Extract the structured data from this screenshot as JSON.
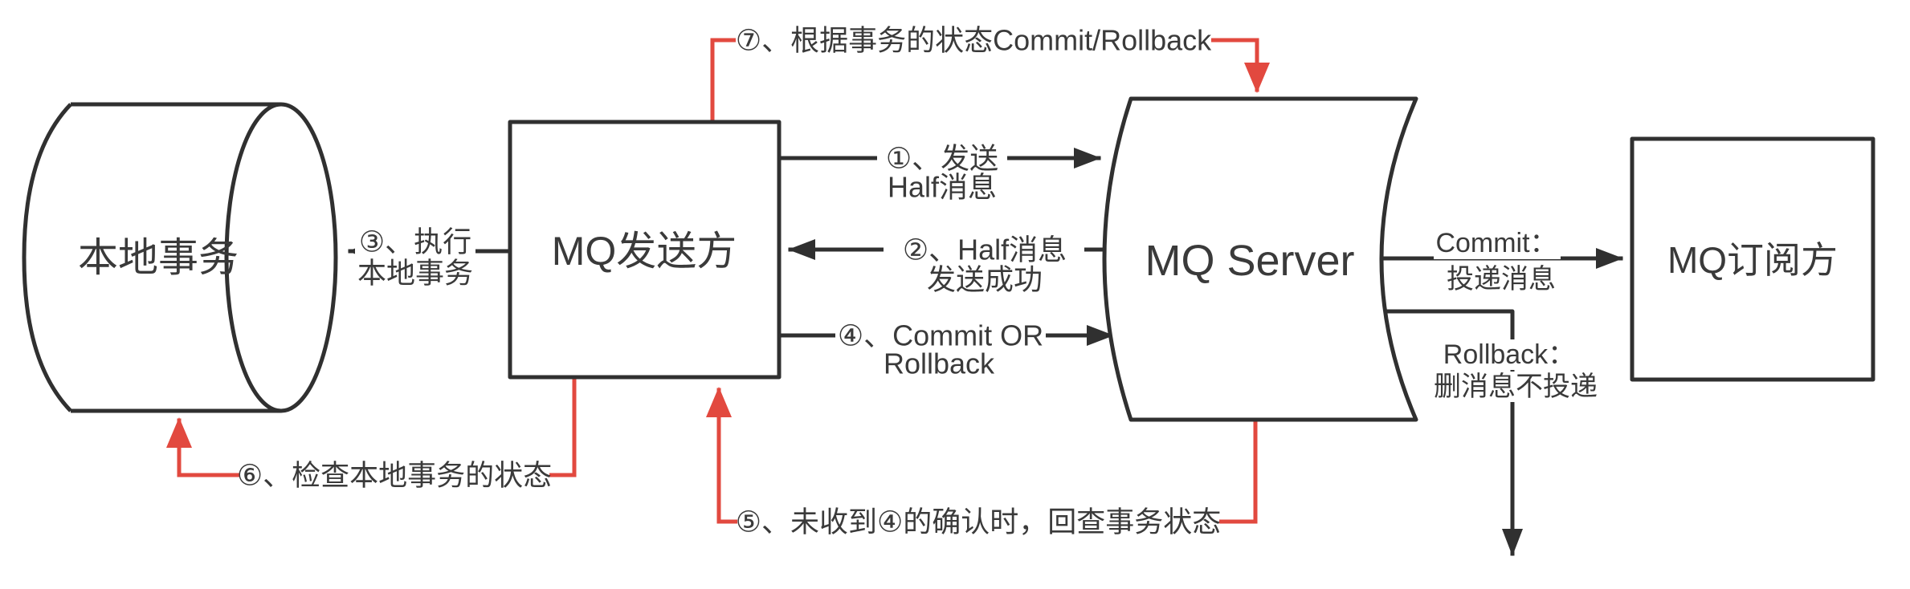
{
  "diagram": {
    "type": "flow-diagram",
    "topic": "MQ transactional message flow",
    "nodes": {
      "local_transaction": "本地事务",
      "mq_sender": "MQ发送方",
      "mq_server": "MQ Server",
      "mq_subscriber": "MQ订阅方"
    },
    "edges": {
      "step1": {
        "line1": "①、发送",
        "line2": "Half消息"
      },
      "step2": {
        "line1": "②、Half消息",
        "line2": "发送成功"
      },
      "step3": {
        "line1": "③、执行",
        "line2": "本地事务"
      },
      "step4": {
        "line1": "④、Commit OR",
        "line2": "Rollback"
      },
      "step5": {
        "text": "⑤、未收到④的确认时，回查事务状态"
      },
      "step6": {
        "text": "⑥、检查本地事务的状态"
      },
      "step7": {
        "text": "⑦、根据事务的状态Commit/Rollback"
      },
      "commit": {
        "line1": "Commit：",
        "line2": "投递消息"
      },
      "rollback": {
        "line1": "Rollback：",
        "line2": "删消息不投递"
      }
    },
    "colors": {
      "line": "#303030",
      "text": "#3a3a3a",
      "accent_red": "#e2493f",
      "background": "#ffffff"
    }
  }
}
